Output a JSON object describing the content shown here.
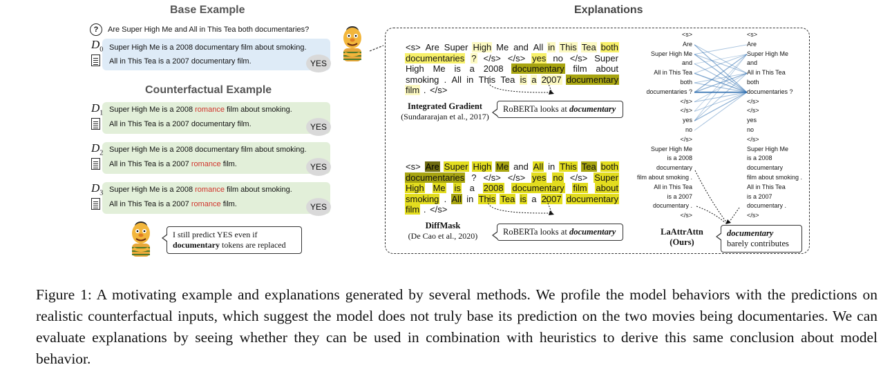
{
  "base": {
    "title": "Base Example",
    "question": "Are Super High Me and All in This Tea both documentaries?",
    "doc_label": "D",
    "doc_sub": "0",
    "line1": "Super High Me is a 2008 documentary film about smoking.",
    "line2": "All in This Tea is a 2007 documentary film.",
    "answer": "YES"
  },
  "counterfactual": {
    "title": "Counterfactual  Example",
    "items": [
      {
        "label": "D",
        "sub": "1",
        "l1_pre": "Super High Me is a 2008 ",
        "l1_red": "romance",
        "l1_post": " film about smoking.",
        "l2_pre": "All in This Tea is a 2007 documentary film.",
        "l2_red": "",
        "l2_post": "",
        "answer": "YES"
      },
      {
        "label": "D",
        "sub": "2",
        "l1_pre": "Super High Me is a 2008 documentary film about smoking.",
        "l1_red": "",
        "l1_post": "",
        "l2_pre": "All in This Tea is a 2007 ",
        "l2_red": "romance",
        "l2_post": " film.",
        "answer": "YES"
      },
      {
        "label": "D",
        "sub": "3",
        "l1_pre": "Super High Me is a 2008 ",
        "l1_red": "romance",
        "l1_post": " film about smoking.",
        "l2_pre": "All in This Tea is a 2007 ",
        "l2_red": "romance",
        "l2_post": " film.",
        "answer": "YES"
      }
    ],
    "speech_pre": "I still predict YES even if",
    "speech_bold": "documentary",
    "speech_post": " tokens are replaced"
  },
  "explanations": {
    "title": "Explanations",
    "ig": {
      "tokens": [
        {
          "t": "<s>",
          "h": 0
        },
        {
          "t": "Are",
          "h": 0
        },
        {
          "t": "Super",
          "h": 0
        },
        {
          "t": "High",
          "h": 1
        },
        {
          "t": "Me",
          "h": 0
        },
        {
          "t": "and",
          "h": 0
        },
        {
          "t": "All",
          "h": 0
        },
        {
          "t": "in",
          "h": 1
        },
        {
          "t": "This",
          "h": 1
        },
        {
          "t": "Tea",
          "h": 1
        },
        {
          "t": "both",
          "h": 2
        },
        {
          "t": "documentaries",
          "h": 2
        },
        {
          "t": "?",
          "h": 1
        },
        {
          "t": "</s>",
          "h": 0
        },
        {
          "t": "</s>",
          "h": 0
        },
        {
          "t": "yes",
          "h": 2
        },
        {
          "t": "no",
          "h": 0
        },
        {
          "t": "</s>",
          "h": 0
        },
        {
          "t": "Super",
          "h": 0
        },
        {
          "t": "High",
          "h": 0
        },
        {
          "t": "Me",
          "h": 0
        },
        {
          "t": "is",
          "h": 0
        },
        {
          "t": "a",
          "h": 0
        },
        {
          "t": "2008",
          "h": 0
        },
        {
          "t": "documentary",
          "h": 4
        },
        {
          "t": "film",
          "h": 0
        },
        {
          "t": "about",
          "h": 0
        },
        {
          "t": "smoking",
          "h": 0
        },
        {
          "t": ".",
          "h": 0
        },
        {
          "t": "All",
          "h": 0
        },
        {
          "t": "in",
          "h": 0
        },
        {
          "t": "This",
          "h": 0
        },
        {
          "t": "Tea",
          "h": 0
        },
        {
          "t": "is",
          "h": 1
        },
        {
          "t": "a",
          "h": 1
        },
        {
          "t": "2007",
          "h": 1
        },
        {
          "t": "documentary",
          "h": 4
        },
        {
          "t": "film",
          "h": 1
        },
        {
          "t": ".",
          "h": 0
        },
        {
          "t": "</s>",
          "h": 0
        }
      ],
      "name": "Integrated Gradient",
      "cite": "(Sundararajan et al., 2017)",
      "note_pre": "RoBERTa looks at ",
      "note_bold": "documentary"
    },
    "diffmask": {
      "tokens": [
        {
          "t": "<s>",
          "h": 0
        },
        {
          "t": "Are",
          "h": 5
        },
        {
          "t": "Super",
          "h": 3
        },
        {
          "t": "High",
          "h": 3
        },
        {
          "t": "Me",
          "h": 4
        },
        {
          "t": "and",
          "h": 0
        },
        {
          "t": "All",
          "h": 3
        },
        {
          "t": "in",
          "h": 0
        },
        {
          "t": "This",
          "h": 3
        },
        {
          "t": "Tea",
          "h": 4
        },
        {
          "t": "both",
          "h": 3
        },
        {
          "t": "documentaries",
          "h": 4
        },
        {
          "t": "?",
          "h": 0
        },
        {
          "t": "</s>",
          "h": 0
        },
        {
          "t": "</s>",
          "h": 0
        },
        {
          "t": "yes",
          "h": 3
        },
        {
          "t": "no",
          "h": 3
        },
        {
          "t": "</s>",
          "h": 0
        },
        {
          "t": "Super",
          "h": 3
        },
        {
          "t": "High",
          "h": 3
        },
        {
          "t": "Me",
          "h": 3
        },
        {
          "t": "is",
          "h": 3
        },
        {
          "t": "a",
          "h": 0
        },
        {
          "t": "2008",
          "h": 3
        },
        {
          "t": "documentary",
          "h": 3
        },
        {
          "t": "film",
          "h": 3
        },
        {
          "t": "about",
          "h": 3
        },
        {
          "t": "smoking",
          "h": 3
        },
        {
          "t": ".",
          "h": 0
        },
        {
          "t": "All",
          "h": 4
        },
        {
          "t": "in",
          "h": 0
        },
        {
          "t": "This",
          "h": 3
        },
        {
          "t": "Tea",
          "h": 3
        },
        {
          "t": "is",
          "h": 3
        },
        {
          "t": "a",
          "h": 0
        },
        {
          "t": "2007",
          "h": 3
        },
        {
          "t": "documentary",
          "h": 3
        },
        {
          "t": "film",
          "h": 3
        },
        {
          "t": ".",
          "h": 0
        },
        {
          "t": "</s>",
          "h": 0
        }
      ],
      "name": "DiffMask",
      "cite": "(De Cao et al., 2020)",
      "note_pre": "RoBERTa looks at ",
      "note_bold": "documentary"
    },
    "laattr": {
      "left_tokens": [
        "<s>",
        "Are",
        "Super High Me",
        "and",
        "All in This Tea",
        "both",
        "documentaries ?",
        "</s>",
        "</s>",
        "yes",
        "no",
        "</s>",
        "Super High Me",
        "is a 2008",
        "documentary",
        "film about smoking .",
        "All in This Tea",
        "is a 2007",
        "documentary .",
        "</s>"
      ],
      "right_tokens": [
        "<s>",
        "Are",
        "Super High Me",
        "and",
        "All in This Tea",
        "both",
        "documentaries ?",
        "</s>",
        "</s>",
        "yes",
        "no",
        "</s>",
        "Super High Me",
        "is a 2008",
        "documentary",
        "film about smoking .",
        "All in This Tea",
        "is a 2007",
        "documentary .",
        "</s>"
      ],
      "name": "LaAttrAttn",
      "sub": "(Ours)",
      "note_bold": "documentary",
      "note_post": "barely contributes"
    }
  },
  "caption": "Figure 1: A motivating example and explanations generated by several methods. We profile the model behaviors with the predictions on realistic counterfactual inputs, which suggest the model does not truly base its prediction on the two movies being documentaries. We can evaluate explanations by seeing whether they can be used in combination with heuristics to derive this same conclusion about model behavior."
}
